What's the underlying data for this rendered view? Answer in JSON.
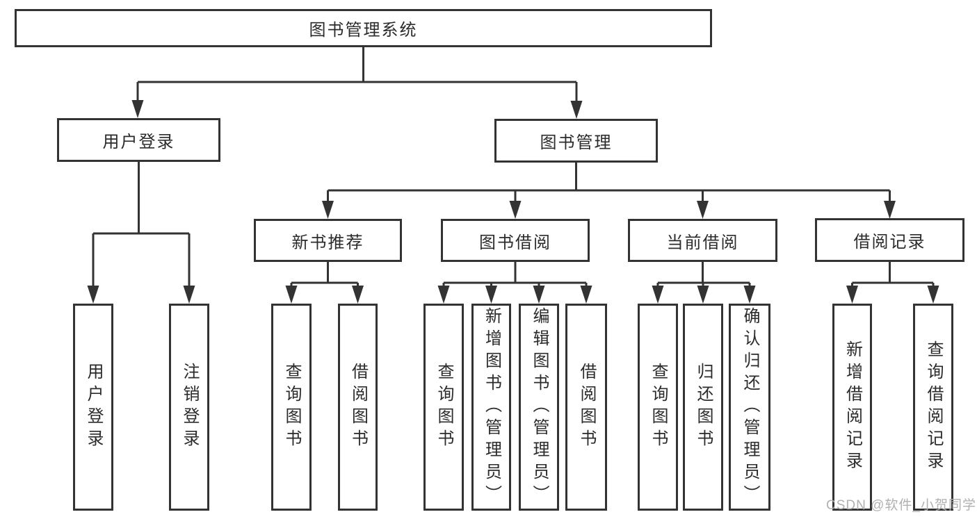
{
  "tree": {
    "root": {
      "label": "图书管理系统",
      "children": [
        {
          "label": "用户登录",
          "children": [
            {
              "label": "用户登录"
            },
            {
              "label": "注销登录"
            }
          ]
        },
        {
          "label": "图书管理",
          "children": [
            {
              "label": "新书推荐",
              "children": [
                {
                  "label": "查询图书"
                },
                {
                  "label": "借阅图书"
                }
              ]
            },
            {
              "label": "图书借阅",
              "children": [
                {
                  "label": "查询图书"
                },
                {
                  "label": "新增图书（管理员）"
                },
                {
                  "label": "编辑图书（管理员）"
                },
                {
                  "label": "借阅图书"
                }
              ]
            },
            {
              "label": "当前借阅",
              "children": [
                {
                  "label": "查询图书"
                },
                {
                  "label": "归还图书"
                },
                {
                  "label": "确认归还（管理员）"
                }
              ]
            },
            {
              "label": "借阅记录",
              "children": [
                {
                  "label": "新增借阅记录"
                },
                {
                  "label": "查询借阅记录"
                }
              ]
            }
          ]
        }
      ]
    }
  },
  "watermark": {
    "text": "CSDN @软件_小贺同学"
  },
  "colors": {
    "line": "#333333",
    "text": "#2b2b2b",
    "watermark": "#b0b0b0",
    "background": "#ffffff"
  }
}
